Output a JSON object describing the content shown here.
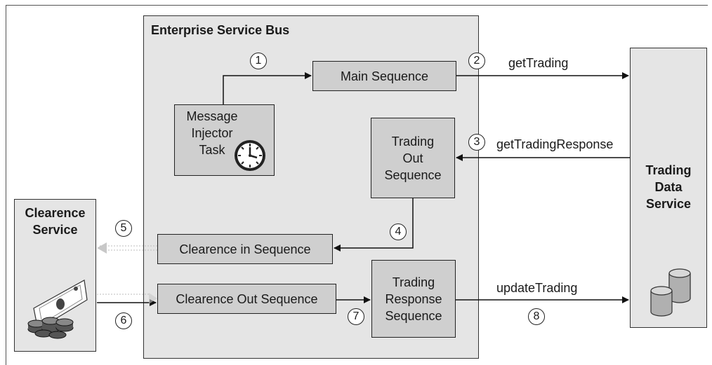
{
  "esb": {
    "title": "Enterprise Service Bus"
  },
  "clearence_service": {
    "label": "Clearence\nService"
  },
  "trading_data_service": {
    "label": "Trading\nData\nService"
  },
  "boxes": {
    "main_sequence": "Main Sequence",
    "message_injector": "Message\nInjector\nTask",
    "trading_out": "Trading\nOut\nSequence",
    "clearence_in": "Clearence in Sequence",
    "clearence_out": "Clearence Out Sequence",
    "trading_response": "Trading\nResponse\nSequence"
  },
  "edge_labels": {
    "get_trading": "getTrading",
    "get_trading_response": "getTradingResponse",
    "update_trading": "updateTrading"
  },
  "steps": [
    "1",
    "2",
    "3",
    "4",
    "5",
    "6",
    "7",
    "8"
  ],
  "icons": {
    "clock": "clock-icon",
    "money": "money-icon",
    "database": "database-icon"
  }
}
